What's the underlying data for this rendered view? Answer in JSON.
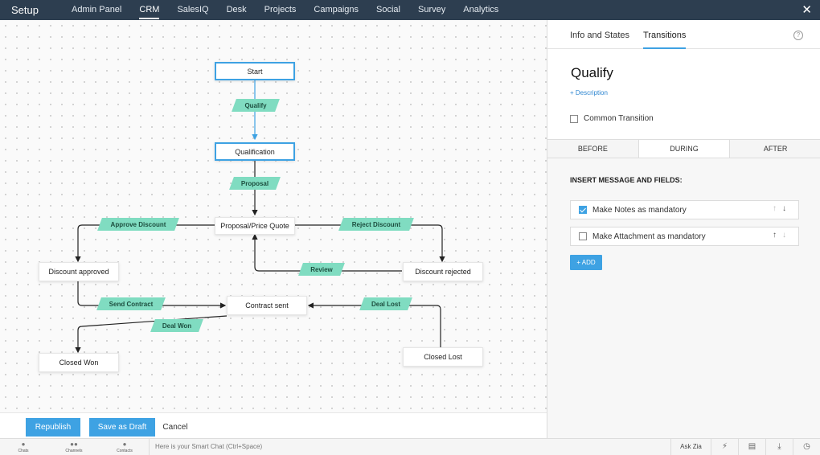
{
  "topbar": {
    "brand": "Setup",
    "nav": [
      "Admin Panel",
      "CRM",
      "SalesIQ",
      "Desk",
      "Projects",
      "Campaigns",
      "Social",
      "Survey",
      "Analytics"
    ],
    "active_nav": "CRM",
    "close_glyph": "✕"
  },
  "flow": {
    "nodes": {
      "start": "Start",
      "qualification": "Qualification",
      "proposal_quote": "Proposal/Price Quote",
      "discount_approved": "Discount approved",
      "discount_rejected": "Discount rejected",
      "contract_sent": "Contract sent",
      "closed_won": "Closed Won",
      "closed_lost": "Closed Lost"
    },
    "transitions": {
      "qualify": "Qualify",
      "proposal": "Proposal",
      "approve_discount": "Approve Discount",
      "reject_discount": "Reject Discount",
      "review": "Review",
      "send_contract": "Send Contract",
      "deal_lost": "Deal Lost",
      "deal_won": "Deal Won"
    },
    "colors": {
      "transition": "#80dcc1",
      "selected": "#3ea2e3",
      "connector": "#222222",
      "selected_connector": "#3ea2e3"
    }
  },
  "panel": {
    "tabs": [
      "Info and States",
      "Transitions"
    ],
    "active_tab": "Transitions",
    "help_glyph": "?",
    "title": "Qualify",
    "description_link": "+ Description",
    "common_transition": "Common Transition",
    "stage_tabs": [
      "BEFORE",
      "DURING",
      "AFTER"
    ],
    "active_stage": "DURING",
    "insert_heading": "INSERT MESSAGE AND FIELDS:",
    "fields": [
      {
        "label": "Make Notes as mandatory",
        "checked": true
      },
      {
        "label": "Make Attachment as mandatory",
        "checked": false
      }
    ],
    "add_button": "+ ADD"
  },
  "actions": {
    "republish": "Republish",
    "save_draft": "Save as Draft",
    "cancel": "Cancel"
  },
  "statusbar": {
    "items": [
      "Chats",
      "Channels",
      "Contacts"
    ],
    "smart_chat": "Here is your Smart Chat (Ctrl+Space)",
    "ask_zia": "Ask Zia"
  }
}
